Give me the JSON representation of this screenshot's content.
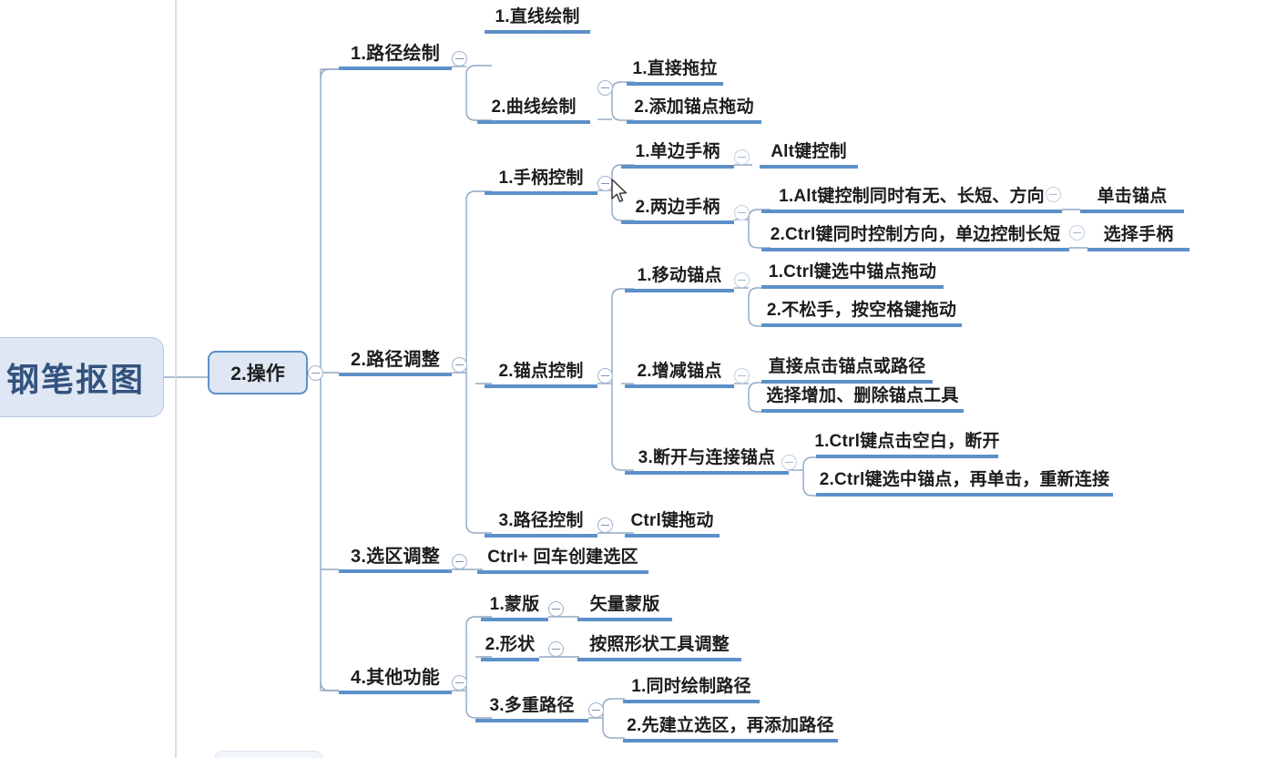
{
  "app": {
    "type": "mindmap",
    "background": "#ffffff",
    "accent_underline": "#5d90c9",
    "node_fill": "#dfe7f4",
    "node_border": "#5d90c9",
    "connector_color": "#8fa7c4",
    "text_color": "#1d1d1f",
    "root_text_color": "#33527e"
  },
  "root": {
    "label": "钢笔抠图"
  },
  "main": {
    "label": "2.操作"
  },
  "branches": [
    {
      "label": "1.路径绘制",
      "children": [
        {
          "label": "1.直线绘制",
          "children": []
        },
        {
          "label": "2.曲线绘制",
          "children": [
            {
              "label": "1.直接拖拉",
              "children": []
            },
            {
              "label": "2.添加锚点拖动",
              "children": []
            }
          ]
        }
      ]
    },
    {
      "label": "2.路径调整",
      "children": [
        {
          "label": "1.手柄控制",
          "children": [
            {
              "label": "1.单边手柄",
              "children": [
                {
                  "label": "Alt键控制",
                  "children": []
                }
              ]
            },
            {
              "label": "2.两边手柄",
              "children": [
                {
                  "label": "1.Alt键控制同时有无、长短、方向",
                  "children": [
                    {
                      "label": "单击锚点",
                      "children": []
                    }
                  ]
                },
                {
                  "label": "2.Ctrl键同时控制方向，单边控制长短",
                  "children": [
                    {
                      "label": "选择手柄",
                      "children": []
                    }
                  ]
                }
              ]
            }
          ]
        },
        {
          "label": "2.锚点控制",
          "children": [
            {
              "label": "1.移动锚点",
              "children": [
                {
                  "label": "1.Ctrl键选中锚点拖动",
                  "children": []
                },
                {
                  "label": "2.不松手，按空格键拖动",
                  "children": []
                }
              ]
            },
            {
              "label": "2.增减锚点",
              "children": [
                {
                  "label": "直接点击锚点或路径",
                  "children": []
                },
                {
                  "label": "选择增加、删除锚点工具",
                  "children": []
                }
              ]
            },
            {
              "label": "3.断开与连接锚点",
              "children": [
                {
                  "label": "1.Ctrl键点击空白，断开",
                  "children": []
                },
                {
                  "label": "2.Ctrl键选中锚点，再单击，重新连接",
                  "children": []
                }
              ]
            }
          ]
        },
        {
          "label": "3.路径控制",
          "children": [
            {
              "label": "Ctrl键拖动",
              "children": []
            }
          ]
        }
      ]
    },
    {
      "label": "3.选区调整",
      "children": [
        {
          "label": "Ctrl+ 回车创建选区",
          "children": []
        }
      ]
    },
    {
      "label": "4.其他功能",
      "children": [
        {
          "label": "1.蒙版",
          "children": [
            {
              "label": "矢量蒙版",
              "children": []
            }
          ]
        },
        {
          "label": "2.形状",
          "children": [
            {
              "label": "按照形状工具调整",
              "children": []
            }
          ]
        },
        {
          "label": "3.多重路径",
          "children": [
            {
              "label": "1.同时绘制路径",
              "children": []
            },
            {
              "label": "2.先建立选区，再添加路径",
              "children": []
            }
          ]
        }
      ]
    }
  ],
  "icons": {
    "collapse": "collapse-toggle-icon",
    "cursor": "mouse-pointer-icon"
  }
}
